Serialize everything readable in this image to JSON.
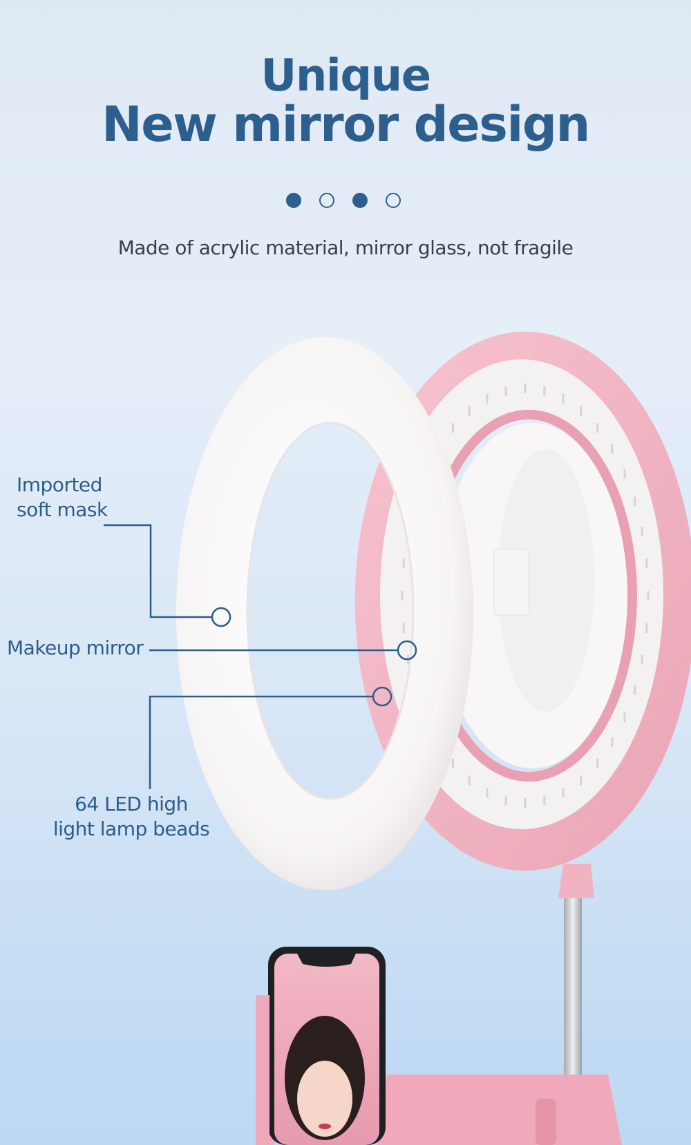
{
  "heading": {
    "line1": "Unique",
    "line2": "New mirror design"
  },
  "pager": {
    "dots": [
      "filled",
      "hollow",
      "filled",
      "hollow"
    ]
  },
  "subtitle": "Made of acrylic material, mirror glass, not fragile",
  "callouts": {
    "soft_mask_line1": "Imported",
    "soft_mask_line2": "soft mask",
    "makeup_mirror": "Makeup mirror",
    "led_line1": "64 LED high",
    "led_line2": "light lamp beads"
  },
  "colors": {
    "accent": "#2d5f8e",
    "pink": "#f1b5c3",
    "background": "#dfe9f4"
  },
  "icons": [
    "ring-light-illustration",
    "phone-holder-illustration"
  ]
}
